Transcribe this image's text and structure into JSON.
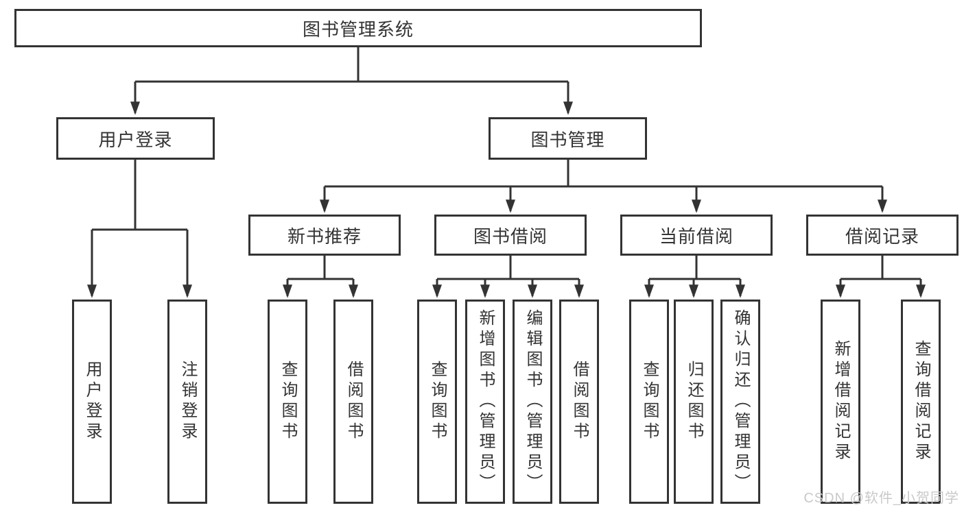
{
  "diagram": {
    "title": "图书管理系统",
    "nodes": {
      "root": {
        "label": "图书管理系统"
      },
      "user_login": {
        "label": "用户登录"
      },
      "book_mgmt": {
        "label": "图书管理"
      },
      "new_books": {
        "label": "新书推荐"
      },
      "book_borrow": {
        "label": "图书借阅"
      },
      "current_borrow": {
        "label": "当前借阅"
      },
      "borrow_records": {
        "label": "借阅记录"
      },
      "leaves": {
        "user_login": [
          "用户登录",
          "注销登录"
        ],
        "new_books": [
          "查询图书",
          "借阅图书"
        ],
        "book_borrow": [
          "查询图书",
          "新增图书（管理员）",
          "编辑图书（管理员）",
          "借阅图书"
        ],
        "current_borrow": [
          "查询图书",
          "归还图书",
          "确认归还（管理员）"
        ],
        "borrow_records": [
          "新增借阅记录",
          "查询借阅记录"
        ]
      }
    },
    "colors": {
      "line": "#333333",
      "box_border": "#333333",
      "box_fill": "#ffffff",
      "text": "#333333",
      "watermark": "#c9c9c9"
    }
  },
  "watermark": {
    "text": "CSDN @软件_小贺同学"
  }
}
